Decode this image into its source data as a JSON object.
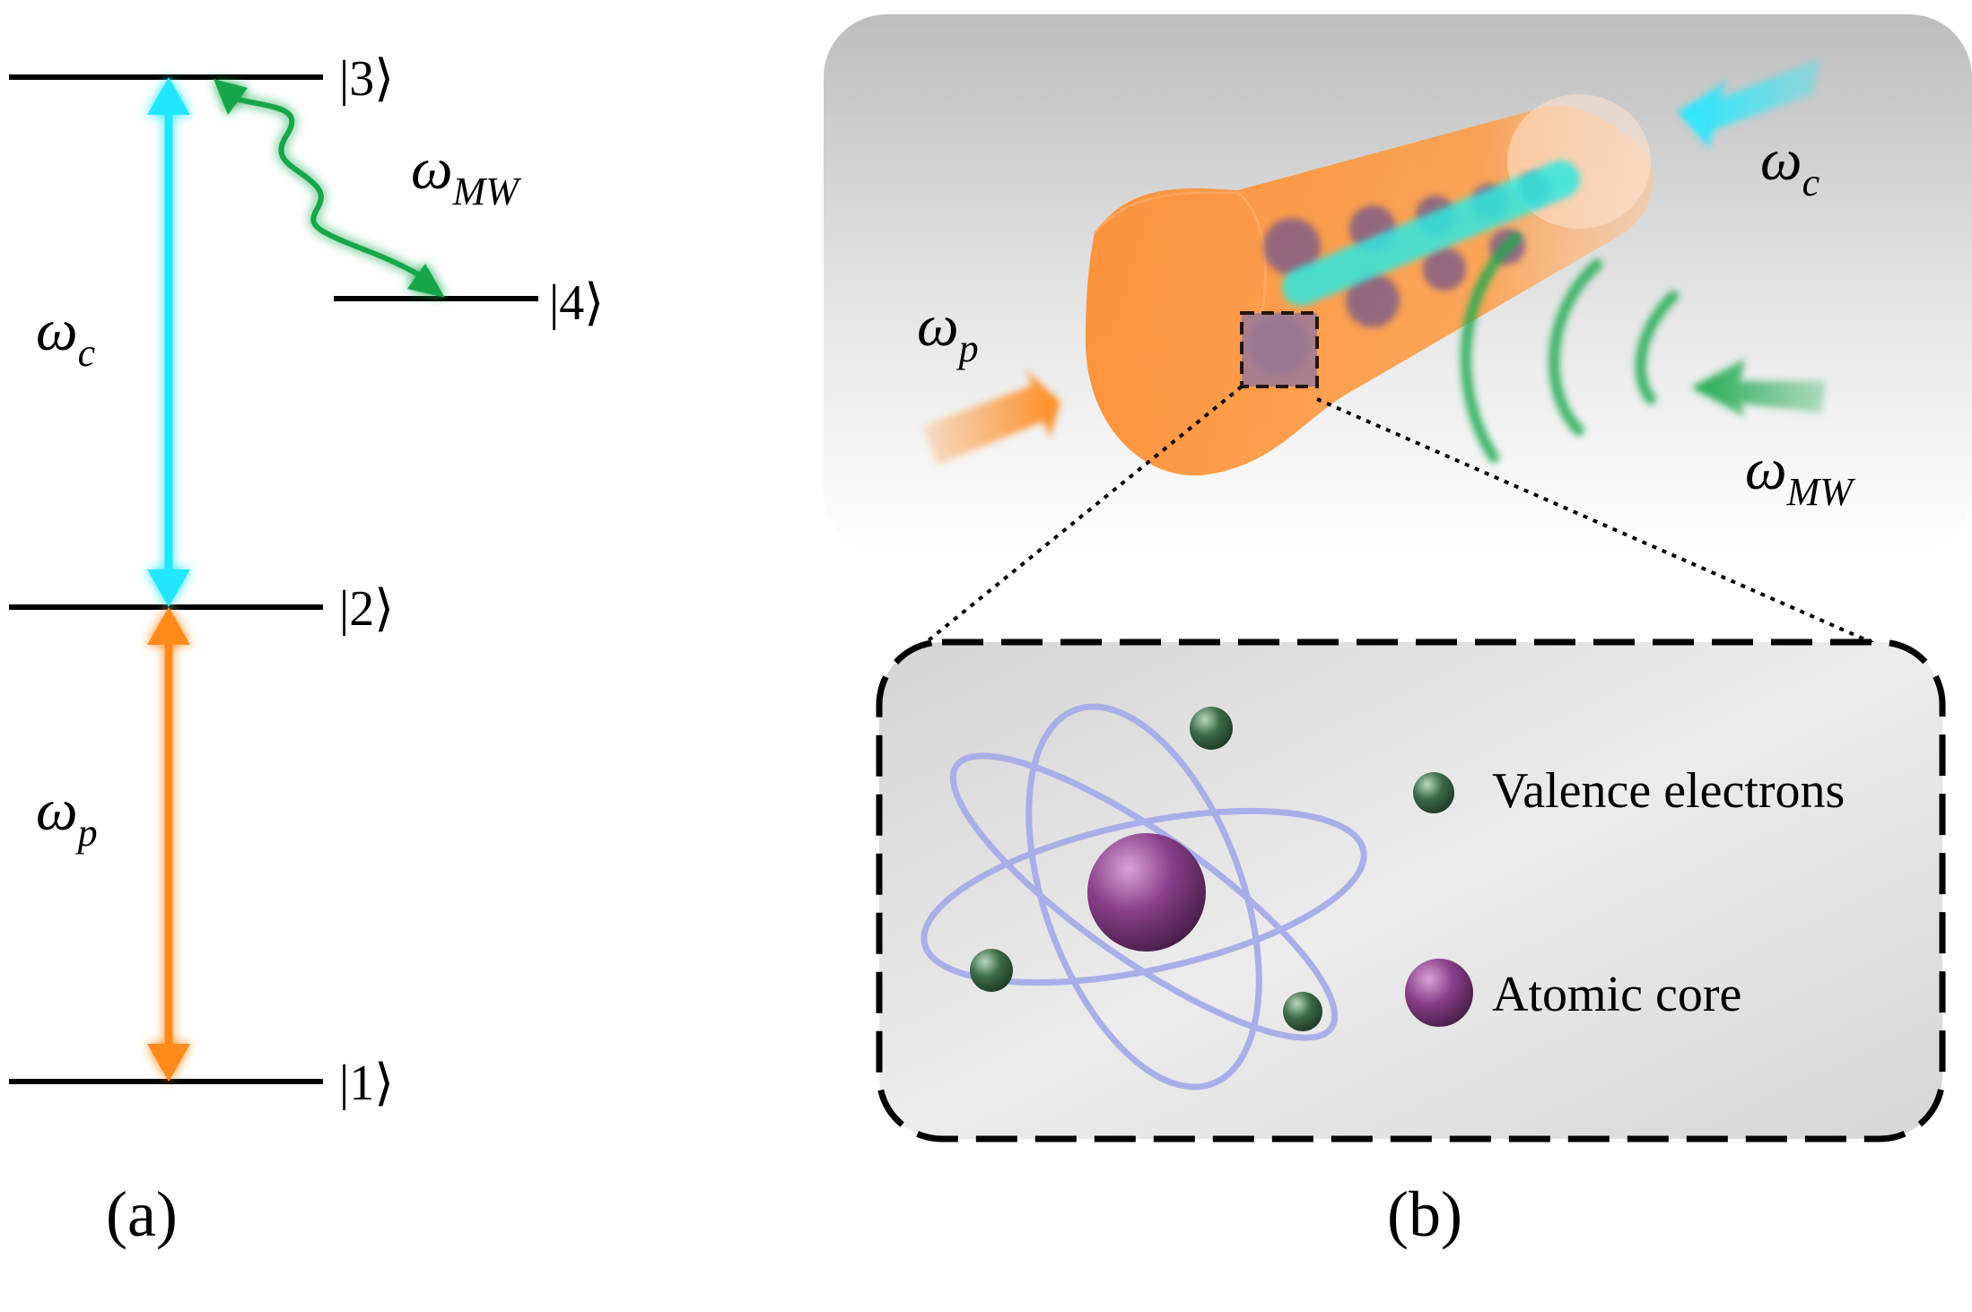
{
  "panel_a": {
    "caption": "(a)",
    "levels": [
      {
        "id": "3",
        "label": "|3⟩"
      },
      {
        "id": "4",
        "label": "|4⟩"
      },
      {
        "id": "2",
        "label": "|2⟩"
      },
      {
        "id": "1",
        "label": "|1⟩"
      }
    ],
    "transitions": {
      "coupling": {
        "symbol": "ω",
        "sub": "c",
        "color": "#00e5ff"
      },
      "probe": {
        "symbol": "ω",
        "sub": "p",
        "color": "#ff8a1f"
      },
      "microwave": {
        "symbol": "ω",
        "sub": "MW",
        "color": "#12a64a"
      }
    }
  },
  "panel_b": {
    "caption": "(b)",
    "beams": {
      "probe": {
        "symbol": "ω",
        "sub": "p"
      },
      "coupling": {
        "symbol": "ω",
        "sub": "c"
      },
      "microwave": {
        "symbol": "ω",
        "sub": "MW"
      }
    },
    "legend": {
      "electron": "Valence electrons",
      "core": "Atomic core"
    },
    "colors": {
      "beam_cone": "#ff8a2a",
      "coupling_beam": "#2fe8e0",
      "microwave": "#1faa50",
      "electron": "#3d6b47",
      "core": "#8a3f8a",
      "orbit": "#a8aee8"
    }
  }
}
